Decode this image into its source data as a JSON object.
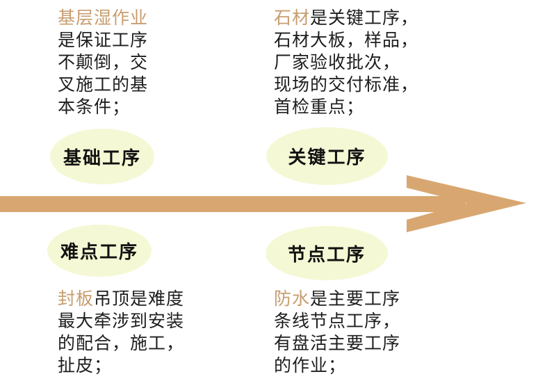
{
  "diagram": {
    "description_labels": {
      "top_left": {
        "keyword": "基层湿作业",
        "line1_rest": "",
        "lines": [
          "是保证工序",
          "不颠倒，交",
          "叉施工的基",
          "本条件；"
        ],
        "bubble": "基础工序"
      },
      "top_right": {
        "keyword": "石材",
        "line1_rest": "是关键工序，",
        "lines": [
          "石材大板，样品，",
          "厂家验收批次，",
          "现场的交付标准，",
          "首检重点；"
        ],
        "bubble": "关键工序"
      },
      "bottom_left": {
        "keyword": "封板",
        "line1_rest": "吊顶是难度",
        "lines": [
          "最大牵涉到安装",
          "的配合，施工，",
          "扯皮；"
        ],
        "bubble": "难点工序"
      },
      "bottom_right": {
        "keyword": "防水",
        "line1_rest": "是主要工序",
        "lines": [
          "条线节点工序，",
          "有盘活主要工序",
          "的作业；"
        ],
        "bubble": "节点工序"
      }
    },
    "colors": {
      "arrow": "#d8a771",
      "keyword": "#c79d6f",
      "bubble_fill": "#f5f8d4",
      "body_text": "#1d1d1d"
    }
  }
}
